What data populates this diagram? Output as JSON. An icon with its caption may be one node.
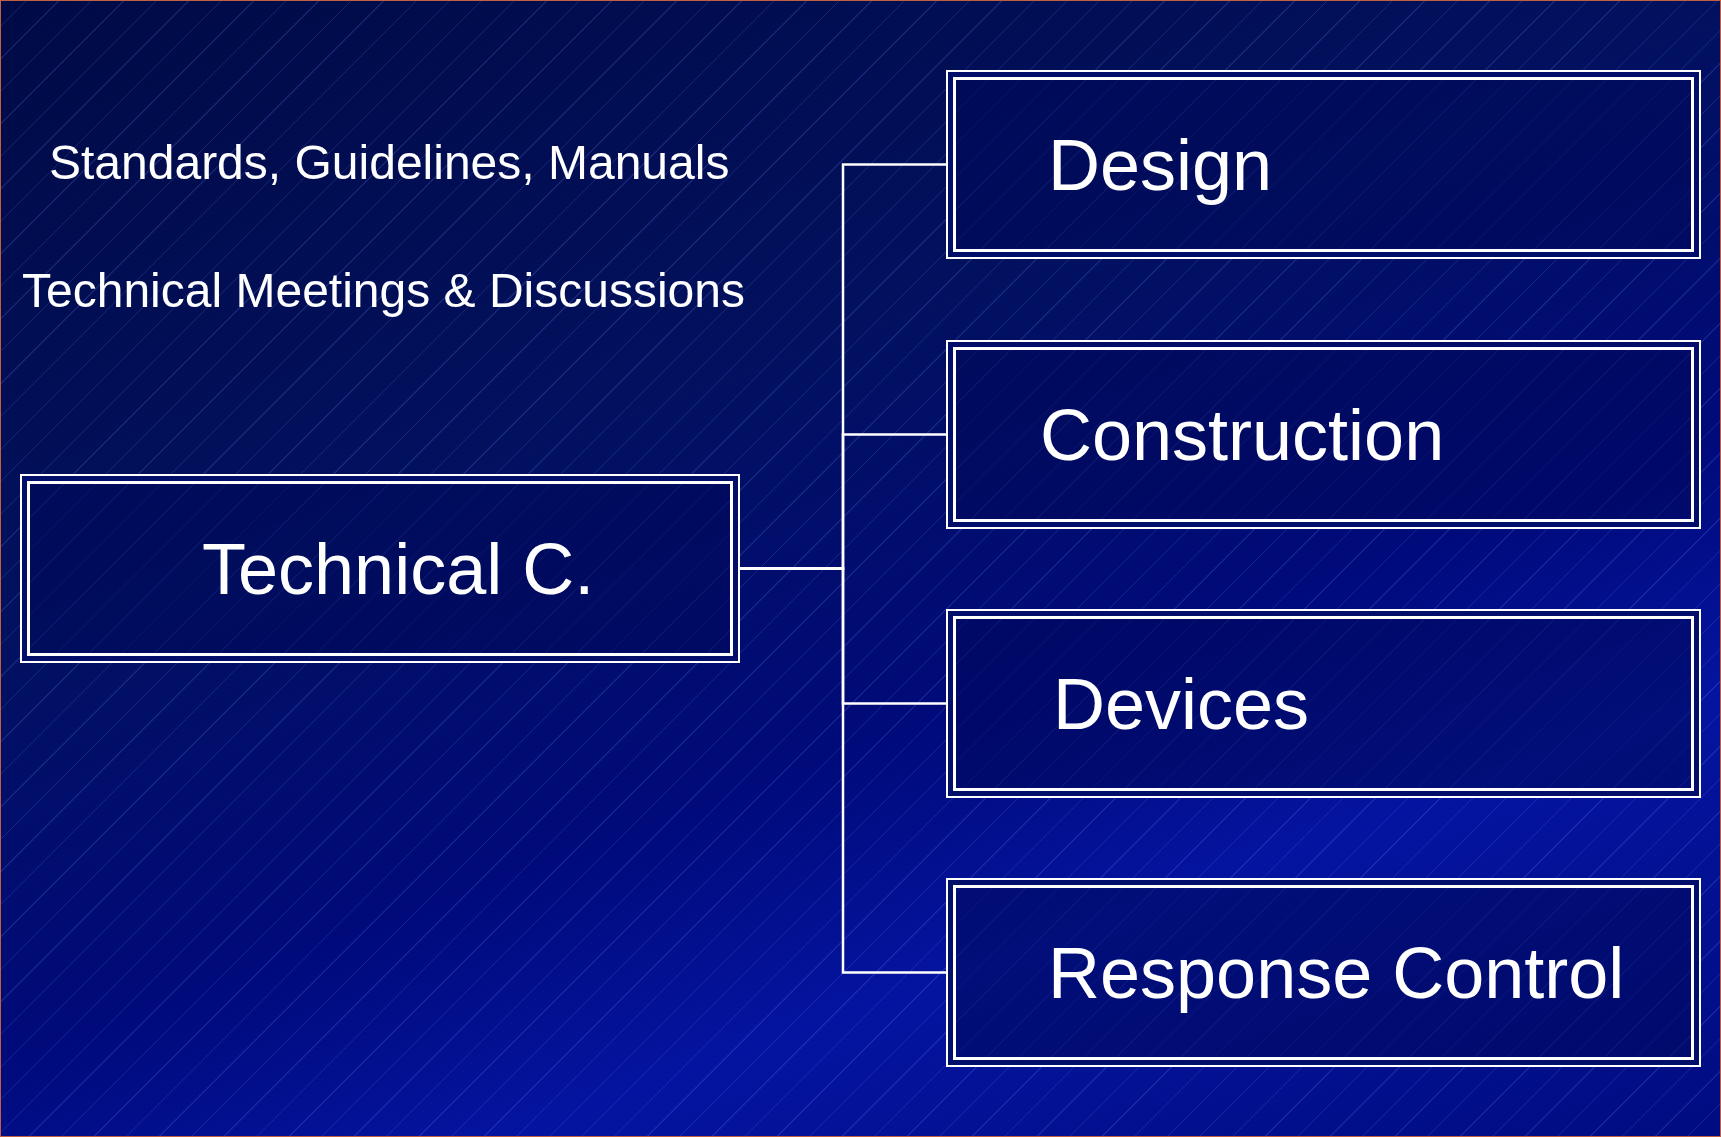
{
  "diagram": {
    "nodes": [
      {
        "text": [
          "Technical C."
        ]
      },
      {
        "text": [
          "Design"
        ]
      },
      {
        "text": [
          "Construction"
        ]
      },
      {
        "text": [
          "Devices"
        ]
      },
      {
        "text": [
          "Response Control"
        ]
      }
    ],
    "edges": [
      {
        "from": 0,
        "to": 1,
        "arrow": "none"
      },
      {
        "from": 0,
        "to": 2,
        "arrow": "none"
      },
      {
        "from": 0,
        "to": 3,
        "arrow": "none"
      },
      {
        "from": 0,
        "to": 4,
        "arrow": "none"
      }
    ],
    "labels": [
      "Standards, Guidelines, Manuals",
      "Technical Meetings & Discussions"
    ]
  }
}
